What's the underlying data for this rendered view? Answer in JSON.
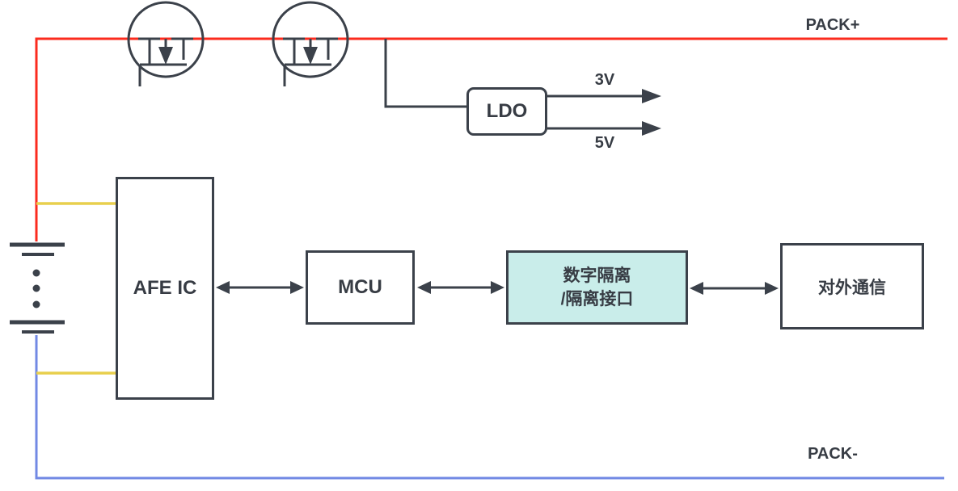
{
  "colors": {
    "pack_plus_red": "#fb2b1e",
    "pack_minus_blue": "#7289e4",
    "sense_yellow": "#e8cf4d",
    "line_dark": "#3b414a",
    "text_dark": "#373c44",
    "isolator_fill": "#c9edea"
  },
  "rails": {
    "pack_plus_label": "PACK+",
    "pack_minus_label": "PACK-"
  },
  "power": {
    "ldo_label": "LDO",
    "output_3v_label": "3V",
    "output_5v_label": "5V"
  },
  "blocks": {
    "afe": {
      "label": "AFE IC"
    },
    "mcu": {
      "label": "MCU"
    },
    "isolator": {
      "label_line1": "数字隔离",
      "label_line2": "/隔离接口"
    },
    "comm": {
      "label": "对外通信"
    }
  }
}
